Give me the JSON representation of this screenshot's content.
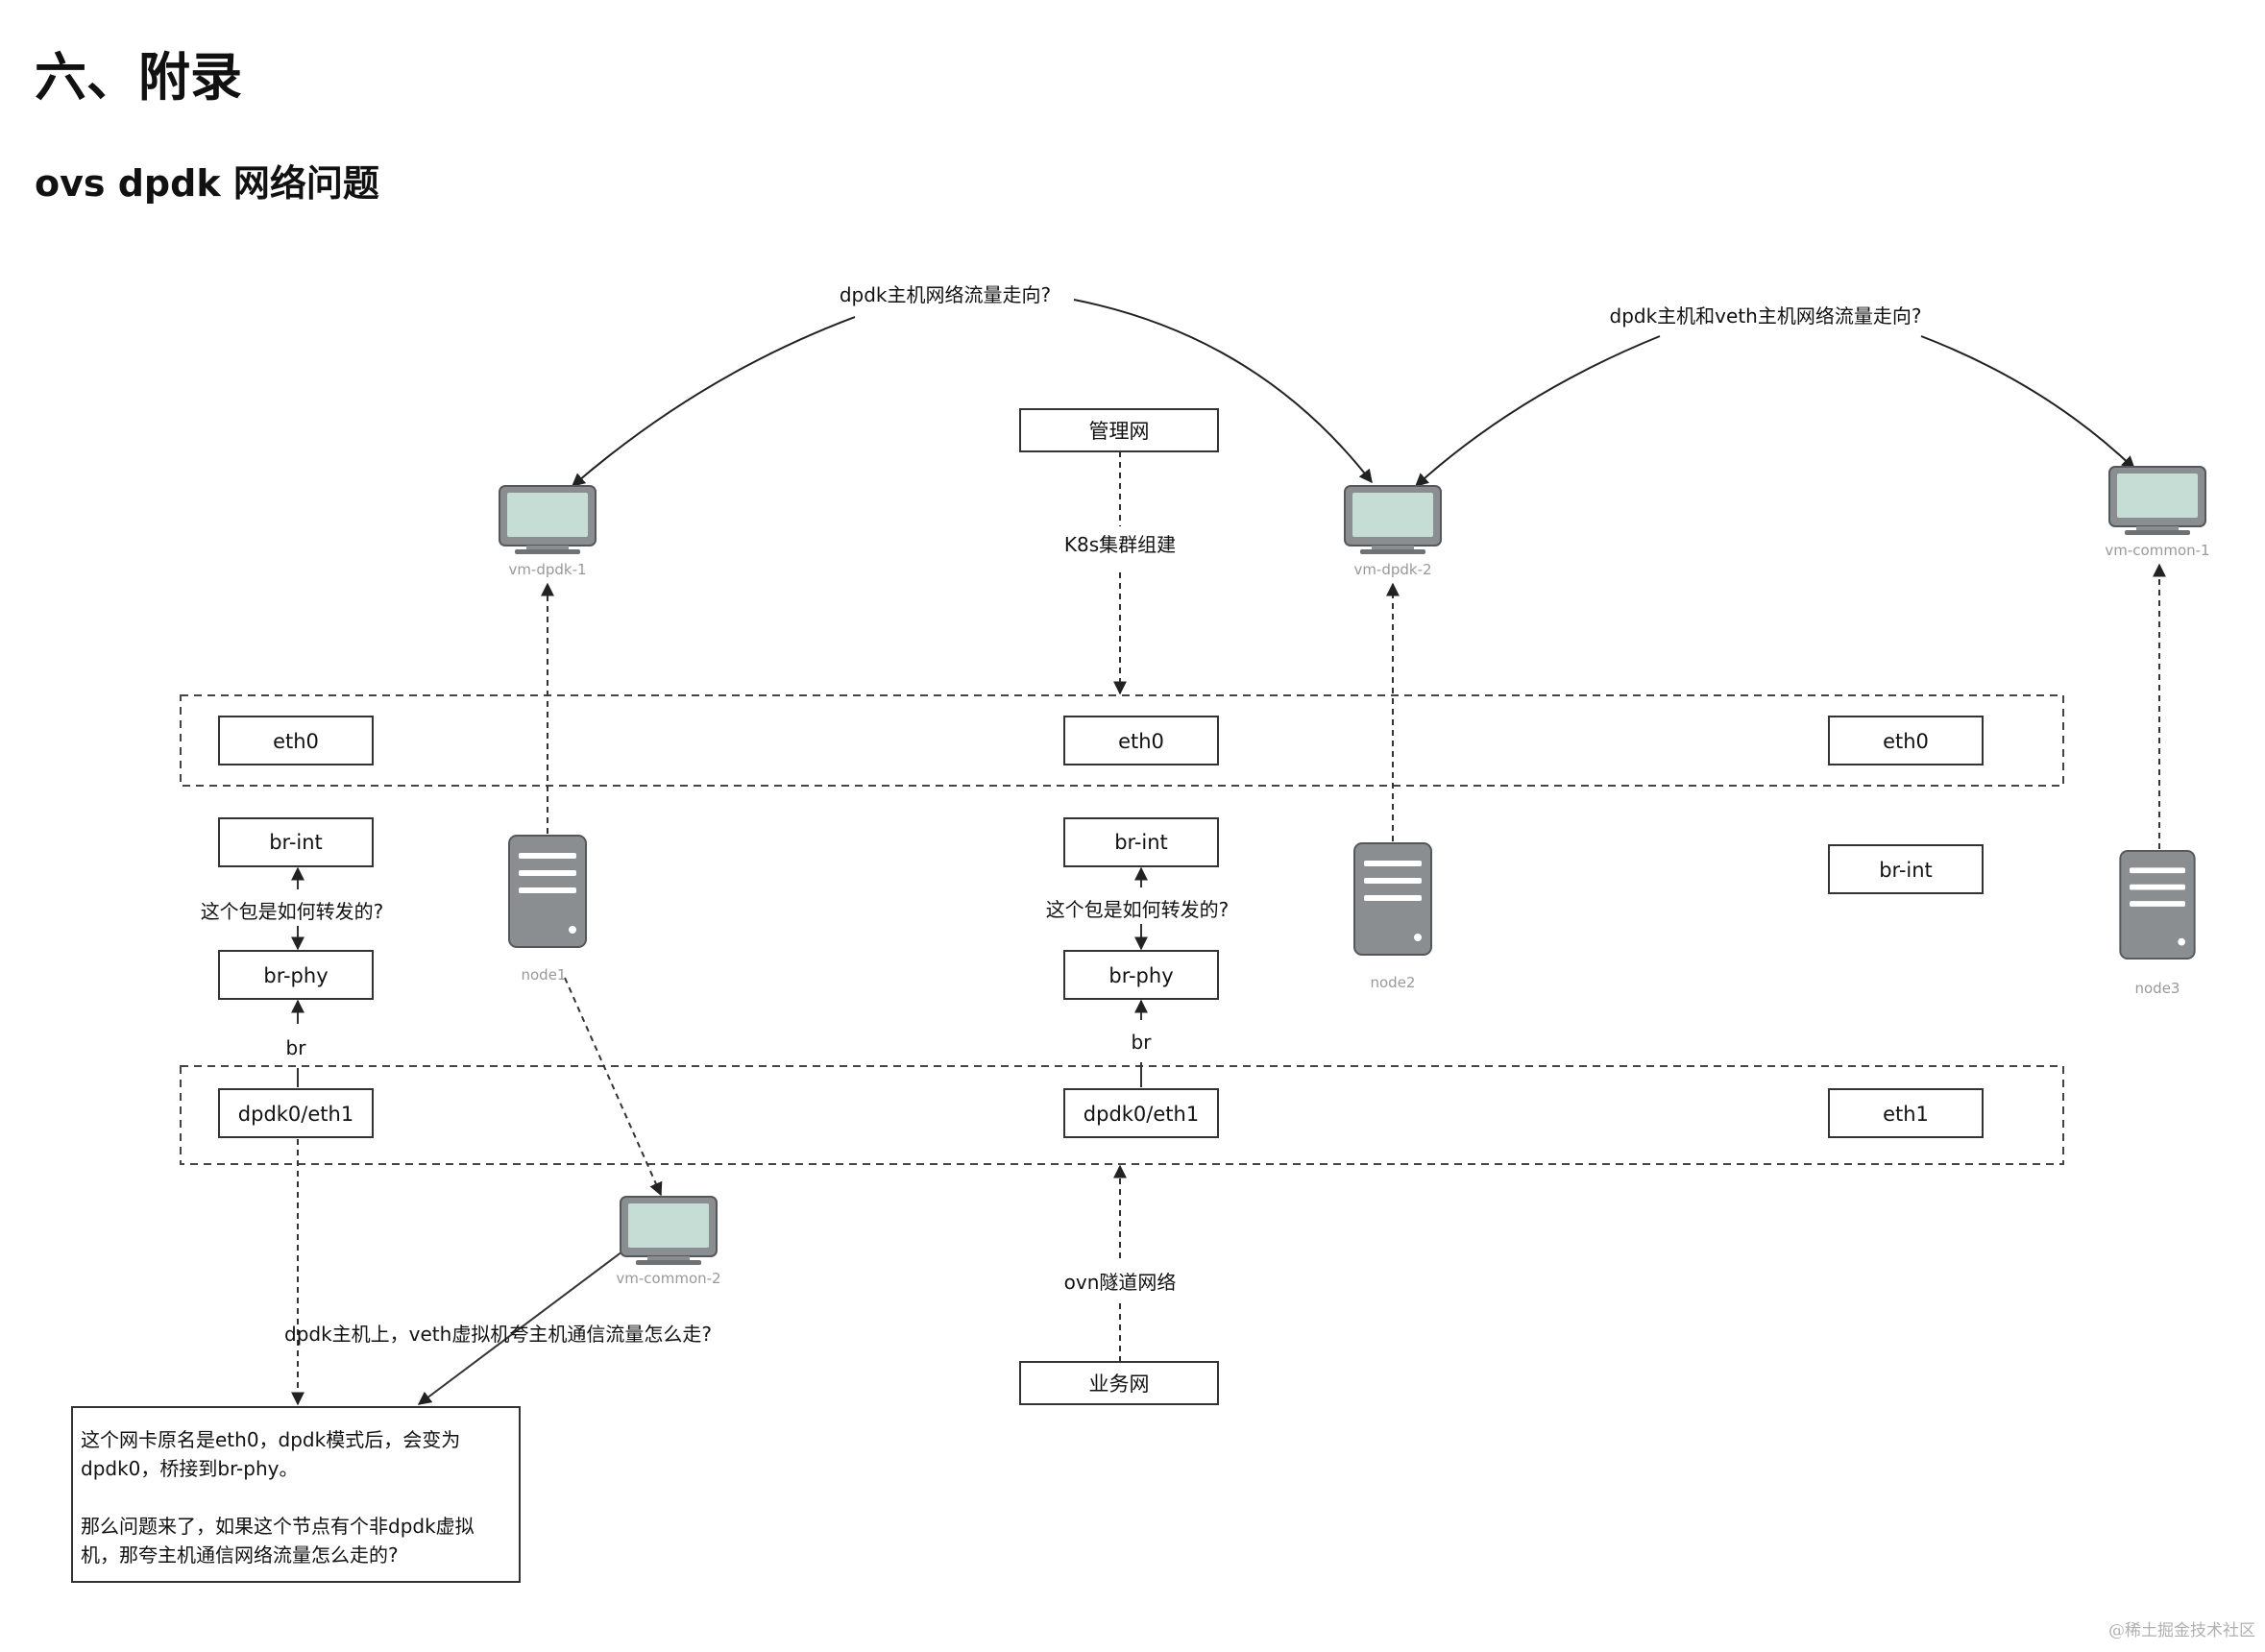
{
  "heading": "六、附录",
  "subheading": "ovs dpdk 网络问题",
  "diagram": {
    "mgmt_net": "管理网",
    "biz_net": "业务网",
    "k8s_label": "K8s集群组建",
    "ovn_label": "ovn隧道网络",
    "question_dpdk": "dpdk主机网络流量走向?",
    "question_dpdk_veth": "dpdk主机和veth主机网络流量走向?",
    "question_packet": "这个包是如何转发的?",
    "question_veth_cross": "dpdk主机上，veth虚拟机夸主机通信流量怎么走?",
    "br_label": "br",
    "vms": [
      "vm-dpdk-1",
      "vm-dpdk-2",
      "vm-common-1",
      "vm-common-2"
    ],
    "nodes": [
      "node1",
      "node2",
      "node3"
    ],
    "iface": {
      "eth0": "eth0",
      "br_int": "br-int",
      "br_phy": "br-phy",
      "dpdk0_eth1": "dpdk0/eth1",
      "eth1": "eth1"
    },
    "note_para1": "这个网卡原名是eth0，dpdk模式后，会变为dpdk0，桥接到br-phy。",
    "note_para2": "那么问题来了，如果这个节点有个非dpdk虚拟机，那夸主机通信网络流量怎么走的?"
  },
  "colors": {
    "monitor_screen": "#c5ddd4",
    "device_gray": "#8b8e91",
    "line": "#333333"
  },
  "watermark": "@稀土掘金技术社区"
}
